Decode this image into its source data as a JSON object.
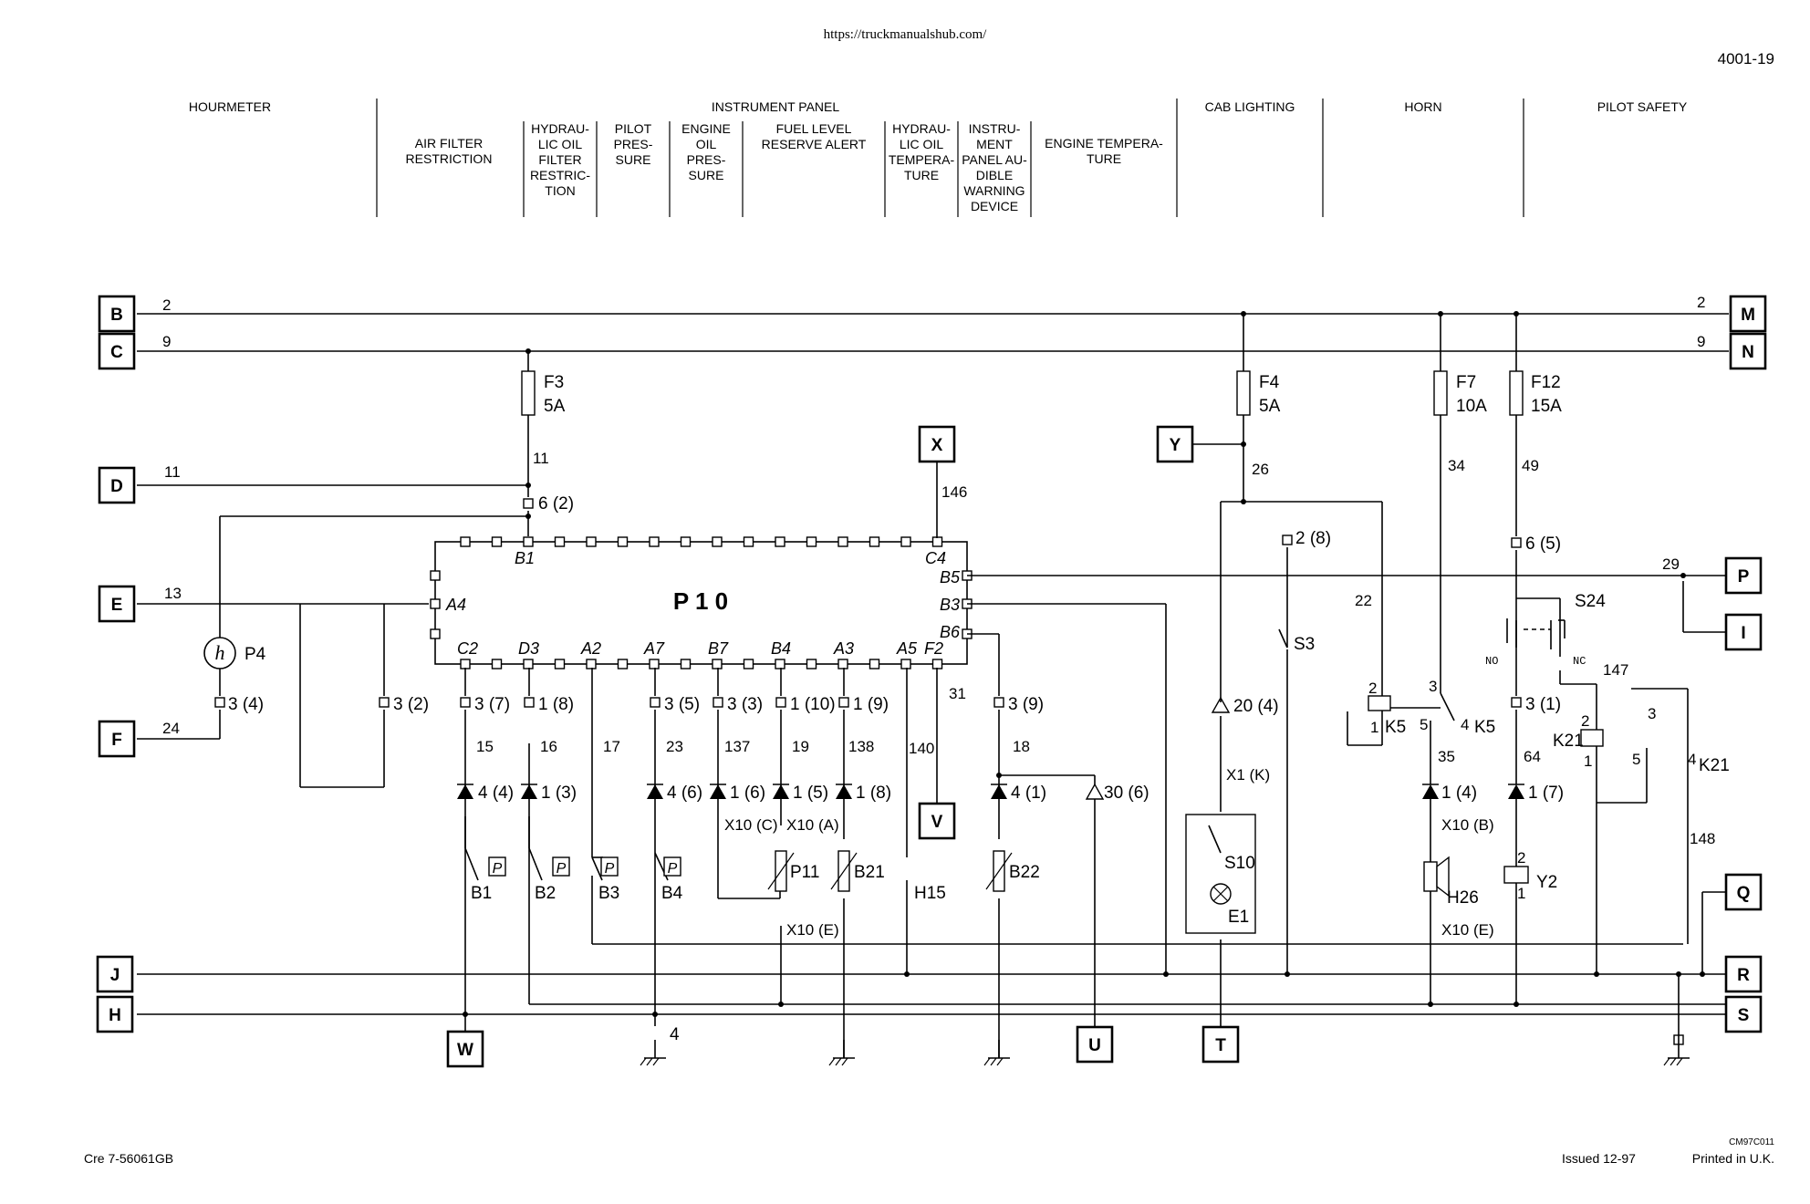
{
  "header": {
    "url": "https://truckmanualshub.com/",
    "page_number": "4001-19"
  },
  "sections": {
    "hourmeter": "HOURMETER",
    "instrument_panel": "INSTRUMENT PANEL",
    "air_filter": [
      "AIR FILTER",
      "RESTRICTION"
    ],
    "hydraulic_filter": [
      "HYDRAU-",
      "LIC OIL",
      "FILTER",
      "RESTRIC-",
      "TION"
    ],
    "pilot_pressure": [
      "PILOT",
      "PRES-",
      "SURE"
    ],
    "engine_oil": [
      "ENGINE",
      "OIL",
      "PRES-",
      "SURE"
    ],
    "fuel_level": [
      "FUEL LEVEL",
      "RESERVE ALERT"
    ],
    "hydraulic_temp": [
      "HYDRAU-",
      "LIC OIL",
      "TEMPERA-",
      "TURE"
    ],
    "audible_warning": [
      "INSTRU-",
      "MENT",
      "PANEL AU-",
      "DIBLE",
      "WARNING",
      "DEVICE"
    ],
    "engine_temp": [
      "ENGINE TEMPERA-",
      "TURE"
    ],
    "cab_lighting": "CAB LIGHTING",
    "horn": "HORN",
    "pilot_safety": "PILOT SAFETY"
  },
  "connectors": {
    "B": "B",
    "C": "C",
    "D": "D",
    "E": "E",
    "F": "F",
    "J": "J",
    "H": "H",
    "M": "M",
    "N": "N",
    "P": "P",
    "I": "I",
    "Q": "Q",
    "R": "R",
    "S": "S",
    "X": "X",
    "Y": "Y",
    "V": "V",
    "W": "W",
    "U": "U",
    "T": "T"
  },
  "module": {
    "name": "P 1 0"
  },
  "pins": {
    "B1": "B1",
    "C4": "C4",
    "A4": "A4",
    "B5": "B5",
    "B3": "B3",
    "B6": "B6",
    "C2": "C2",
    "D3": "D3",
    "A2": "A2",
    "A7": "A7",
    "B7": "B7",
    "B4": "B4",
    "A3": "A3",
    "A5": "A5",
    "F2": "F2"
  },
  "fuses": {
    "f3": {
      "name": "F3",
      "rating": "5A"
    },
    "f4": {
      "name": "F4",
      "rating": "5A"
    },
    "f7": {
      "name": "F7",
      "rating": "10A"
    },
    "f12": {
      "name": "F12",
      "rating": "15A"
    }
  },
  "wires": {
    "w2a": "2",
    "w9a": "9",
    "w2b": "2",
    "w9b": "9",
    "w11a": "11",
    "w11b": "11",
    "w13": "13",
    "w24": "24",
    "w146": "146",
    "w26": "26",
    "w34": "34",
    "w49": "49",
    "w29": "29",
    "w22": "22",
    "w147": "147",
    "w15": "15",
    "w16": "16",
    "w17": "17",
    "w23": "23",
    "w137": "137",
    "w19": "19",
    "w138": "138",
    "w140": "140",
    "w31": "31",
    "w18": "18",
    "w35": "35",
    "w64": "64",
    "w148": "148"
  },
  "terminals": {
    "t62": "6 (2)",
    "t34": "3 (4)",
    "t32": "3 (2)",
    "t37": "3 (7)",
    "t18": "1 (8)",
    "t35": "3 (5)",
    "t33": "3 (3)",
    "t110": "1 (10)",
    "t19": "1 (9)",
    "t39": "3 (9)",
    "t28": "2 (8)",
    "t65": "6 (5)",
    "t31": "3 (1)"
  },
  "diodes": {
    "d44": "4 (4)",
    "d13": "1 (3)",
    "d46": "4 (6)",
    "d16": "1 (6)",
    "d15": "1 (5)",
    "d18": "1 (8)",
    "d41": "4 (1)",
    "d306": "30 (6)",
    "d204": "20 (4)",
    "d14": "1 (4)",
    "d17": "1 (7)"
  },
  "plugs": {
    "x10c": "X10 (C)",
    "x10a": "X10 (A)",
    "x10e1": "X10 (E)",
    "x1k": "X1 (K)",
    "x10b": "X10 (B)",
    "x10e2": "X10 (E)"
  },
  "components": {
    "p4": "P4",
    "b1": "B1",
    "b2": "B2",
    "b3": "B3",
    "b4": "B4",
    "p11": "P11",
    "b21": "B21",
    "h15": "H15",
    "b22": "B22",
    "s3": "S3",
    "s10": "S10",
    "e1": "E1",
    "k5a": "K5",
    "k5b": "K5",
    "h26": "H26",
    "s24": "S24",
    "k21a": "K21",
    "k21b": "K21",
    "y2": "Y2",
    "ground4": "4",
    "no": "NO",
    "nc": "NC",
    "h_symbol": "h",
    "p_symbol": "P"
  },
  "relay_pins": {
    "k5_2": "2",
    "k5_1": "1",
    "k5_3": "3",
    "k5_5": "5",
    "k5_4": "4",
    "k21_2": "2",
    "k21_1": "1",
    "k21_3": "3",
    "k21_5": "5",
    "k21_4": "4",
    "y2_2": "2",
    "y2_1": "1"
  },
  "footer": {
    "ref_code": "CM97C011",
    "doc_id": "Cre 7-56061GB",
    "issued": "Issued 12-97",
    "printed": "Printed in U.K."
  }
}
